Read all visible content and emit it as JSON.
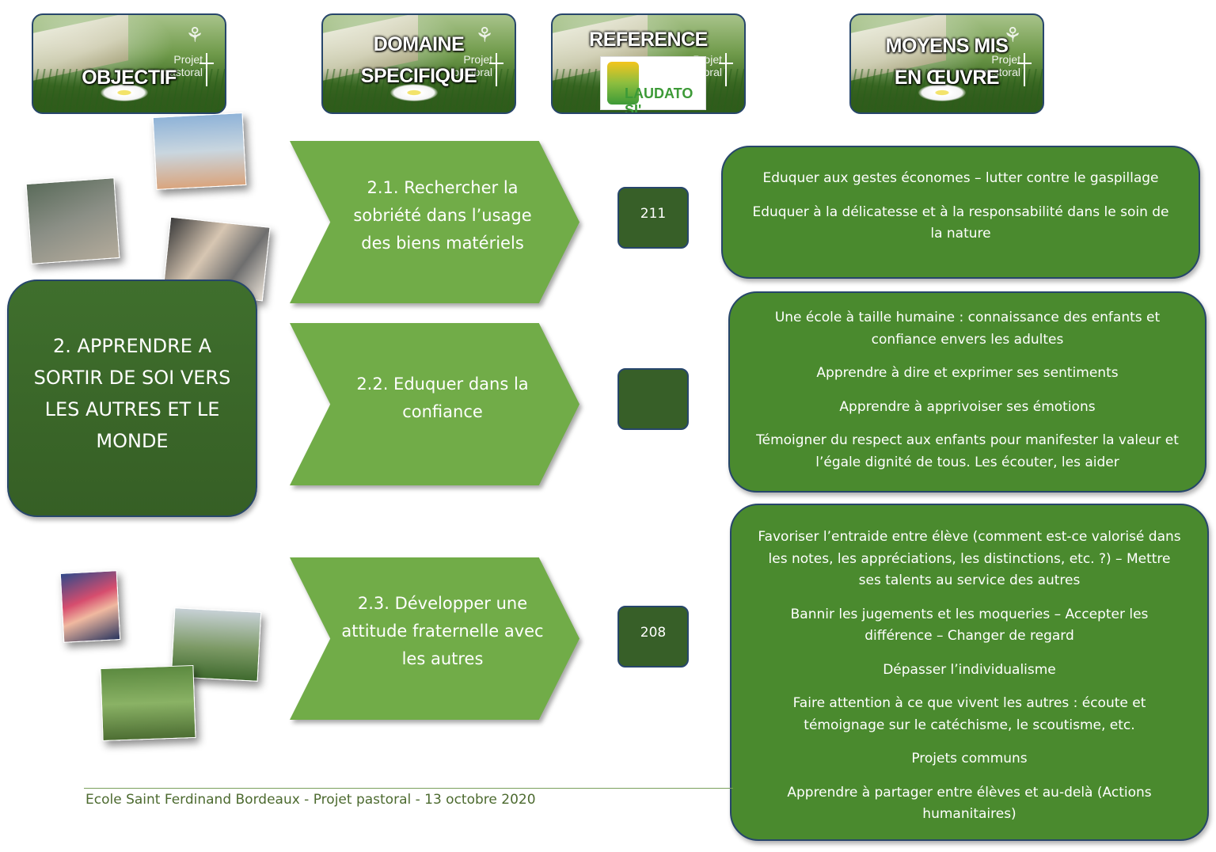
{
  "headers": {
    "objectif": [
      "OBJECTIF"
    ],
    "domaine": [
      "DOMAINE",
      "SPECIFIQUE"
    ],
    "reference": [
      "REFERENCE"
    ],
    "moyens": [
      "MOYENS MIS",
      "EN ŒUVRE"
    ],
    "watermark_line1": "Projet",
    "watermark_line2": "pastoral",
    "laudato_logo_text": "LAUDATO SI'"
  },
  "objective": "2. APPRENDRE A SORTIR DE SOI VERS LES AUTRES ET LE MONDE",
  "domains": [
    {
      "label": "2.1. Rechercher la sobriété dans l’usage des biens matériels",
      "reference": "211",
      "means": [
        "Eduquer aux gestes économes – lutter contre le gaspillage",
        "Eduquer à la délicatesse et à la responsabilité dans le soin de la nature"
      ]
    },
    {
      "label": "2.2. Eduquer dans la confiance",
      "reference": "",
      "means": [
        "Une école à taille humaine : connaissance des enfants et confiance envers les adultes",
        "Apprendre à dire et exprimer ses sentiments",
        "Apprendre à apprivoiser ses émotions",
        "Témoigner du respect aux enfants pour manifester la valeur et l’égale dignité de tous. Les écouter, les aider"
      ]
    },
    {
      "label": "2.3. Développer une attitude fraternelle avec les autres",
      "reference": "208",
      "means": [
        "Favoriser l’entraide entre élève (comment est-ce valorisé dans les notes, les appréciations, les distinctions, etc. ?) – Mettre ses talents au service des autres",
        "Bannir les jugements et les moqueries – Accepter les différence – Changer de regard",
        "Dépasser l’individualisme",
        "Faire attention à ce que vivent les autres : écoute et témoignage sur le catéchisme, le scoutisme, etc.",
        "Projets communs",
        "Apprendre à partager entre élèves et au-delà (Actions humanitaires)"
      ]
    }
  ],
  "footer": "Ecole Saint Ferdinand Bordeaux - Projet pastoral - 13 octobre 2020",
  "colors": {
    "dark_green": "#375f28",
    "chevron_green": "#71ac48",
    "means_green": "#4a8a2e",
    "border_blue": "#27466b"
  }
}
